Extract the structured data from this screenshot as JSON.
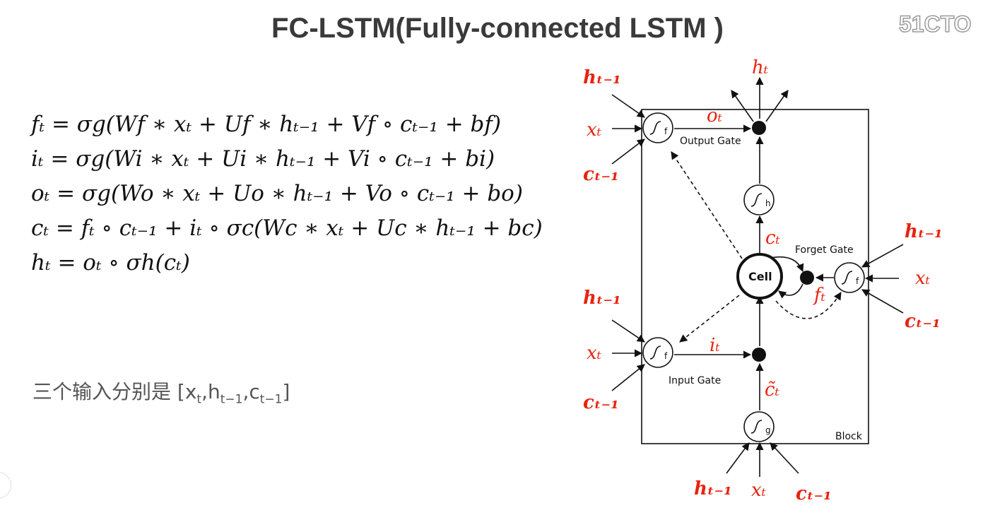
{
  "title": "FC-LSTM(Fully-connected LSTM )",
  "watermark": "51CTO",
  "equations": [
    "fₜ = σg(Wf ∗ xₜ + Uf ∗ hₜ₋₁ + Vf ∘ cₜ₋₁ + bf)",
    "iₜ = σg(Wi ∗ xₜ + Ui ∗ hₜ₋₁ + Vi ∘ cₜ₋₁ + bi)",
    "oₜ = σg(Wo ∗ xₜ + Uo ∗ hₜ₋₁ + Vo ∘ cₜ₋₁ + bo)",
    "cₜ = fₜ ∘ cₜ₋₁ + iₜ ∘ σc(Wc ∗ xₜ + Uc ∗ hₜ₋₁ + bc)",
    "hₜ = oₜ ∘ σh(cₜ)"
  ],
  "note": {
    "prefix": "三个输入分别是 [x",
    "sub1": "t",
    "mid1": ",h",
    "sub2": "t−1",
    "mid2": ",c",
    "sub3": "t−1",
    "suffix": "]"
  },
  "diagram": {
    "block_label": "Block",
    "cell_label": "Cell",
    "gates": {
      "output": "Output Gate",
      "forget": "Forget Gate",
      "input": "Input Gate"
    },
    "activation_letters": {
      "output_gate": "f",
      "forget_gate": "f",
      "input_gate": "f",
      "cell_output": "h",
      "cell_input": "g"
    },
    "labels": {
      "h_t": "hₜ",
      "h_prev": "hₜ₋₁",
      "x_t": "xₜ",
      "c_prev": "cₜ₋₁",
      "o_t": "oₜ",
      "c_t": "cₜ",
      "f_t": "fₜ",
      "i_t": "iₜ",
      "c_tilde": "c̃ₜ"
    },
    "colors": {
      "red": "#e8230f",
      "black": "#111111"
    }
  }
}
